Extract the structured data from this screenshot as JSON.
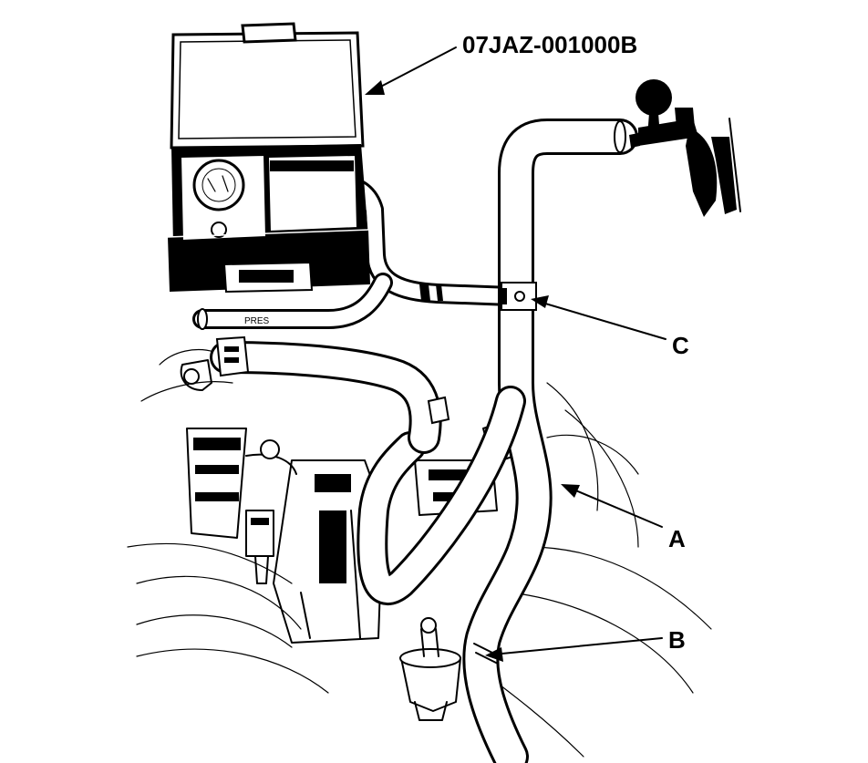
{
  "labels": {
    "tool_part_number": "07JAZ-001000B",
    "callout_a": "A",
    "callout_b": "B",
    "callout_c": "C",
    "hose_marking": "PRES"
  }
}
